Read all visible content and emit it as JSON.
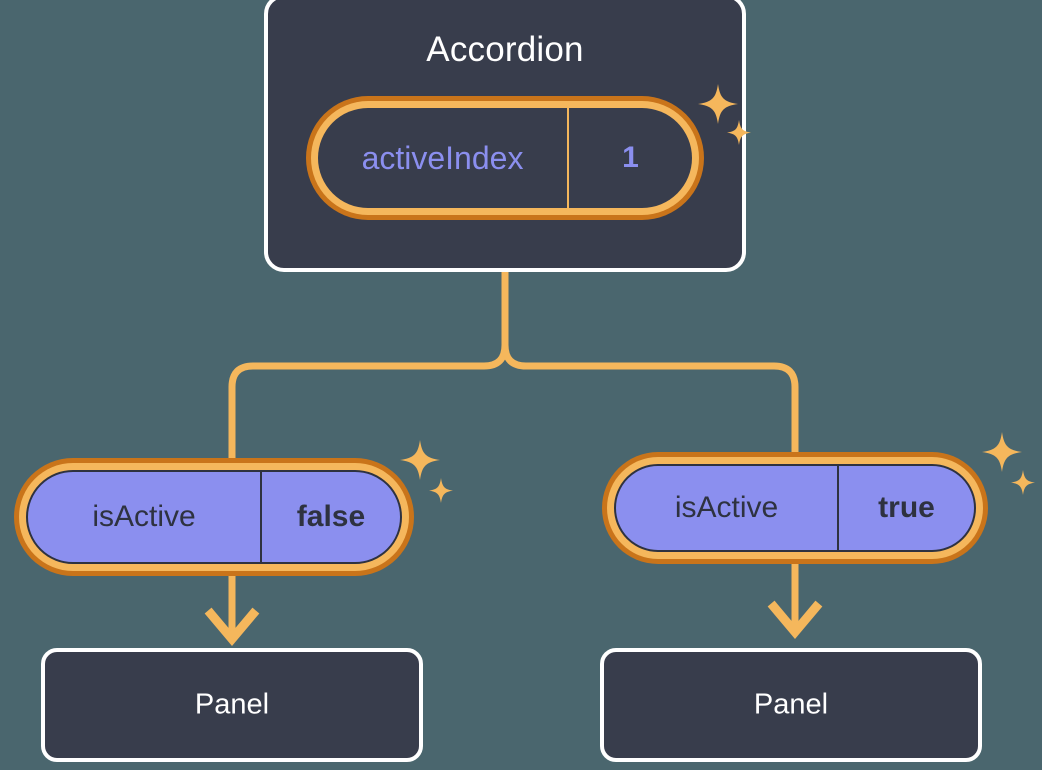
{
  "canvas": {
    "background": "#4a666e",
    "accent_amber": "#f5b75c",
    "accent_orange": "#c9741a",
    "card_fill": "#383d4c",
    "purple_fill": "#8b8fef",
    "text_light": "#ffffff",
    "text_dark": "#2e3240"
  },
  "accordion": {
    "title": "Accordion",
    "state_pill": {
      "key": "activeIndex",
      "value": "1"
    }
  },
  "branches": [
    {
      "pill": {
        "key": "isActive",
        "value": "false"
      },
      "panel": {
        "title": "Panel"
      }
    },
    {
      "pill": {
        "key": "isActive",
        "value": "true"
      },
      "panel": {
        "title": "Panel"
      }
    }
  ],
  "icons": {
    "sparkle": "sparkle-icon",
    "arrow": "arrow-down-icon"
  }
}
